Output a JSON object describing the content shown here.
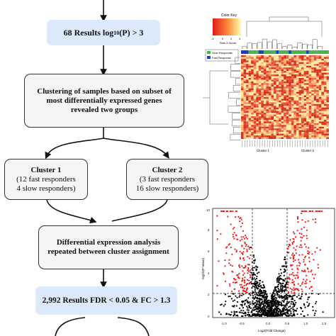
{
  "flow": {
    "box1": {
      "pre": "68 Results log",
      "sub": "10",
      "post": "(P) > 3"
    },
    "box2": [
      "Clustering of samples based on subset of",
      "most differentially expressed genes",
      "revealed two groups"
    ],
    "cluster1": {
      "title": "Cluster 1",
      "lines": [
        "(12 fast responders",
        "4 slow responders)"
      ]
    },
    "cluster2": {
      "title": "Cluster 2",
      "lines": [
        "(3 fast responders",
        "16 slow responders)"
      ]
    },
    "box3": [
      "Differential expression analysis",
      "repeated between cluster assignment"
    ],
    "box4": "2,992 Results FDR < 0.05 & FC > 1.3"
  },
  "heatmap": {
    "color_key_title": "Color Key",
    "key_ticks": [
      "-4",
      "0",
      "2",
      "4"
    ],
    "key_label": "Row Z-Score",
    "legend": [
      {
        "label": "Slow Responder",
        "color": "#43b649"
      },
      {
        "label": "Fast Response",
        "color": "#1f3bbf"
      }
    ],
    "cluster_labels": [
      "Cluster 1",
      "Cluster 2"
    ]
  },
  "volcano": {
    "ylabel": "-log10(P-Value)",
    "xlabel": "Log2(Fold Change)",
    "y_ticks": [
      "0",
      "2",
      "4",
      "6",
      "8",
      "10"
    ],
    "x_ticks": [
      "-1.0",
      "-0.5",
      "0.0",
      "0.5",
      "1.0",
      "1.5"
    ]
  }
}
